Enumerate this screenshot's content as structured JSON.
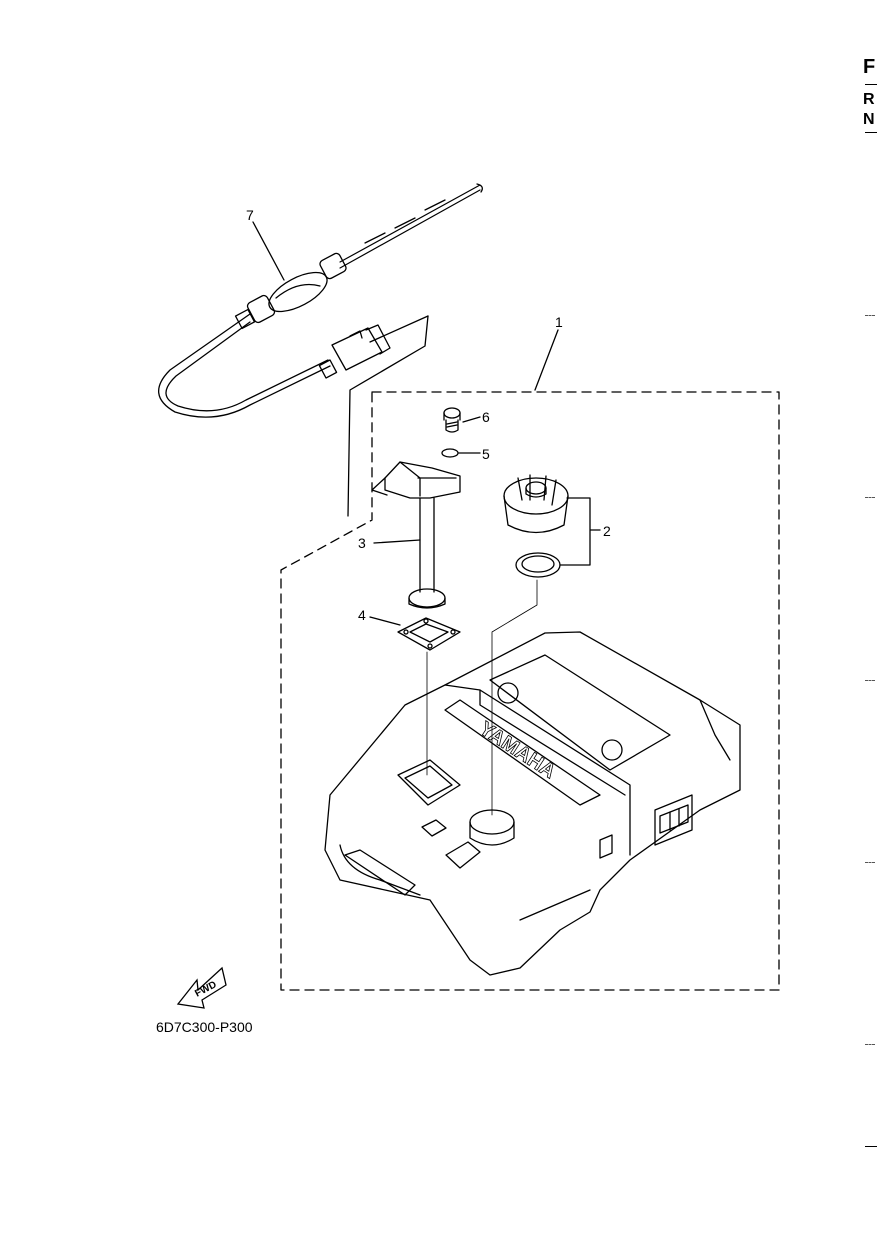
{
  "diagram": {
    "callouts": [
      "1",
      "2",
      "3",
      "4",
      "5",
      "6",
      "7"
    ],
    "tank_brand": "YAMAHA",
    "fwd_label": "FWD",
    "diagram_code": "6D7C300-P300"
  },
  "edge_letters": [
    "F",
    "R",
    "N"
  ]
}
